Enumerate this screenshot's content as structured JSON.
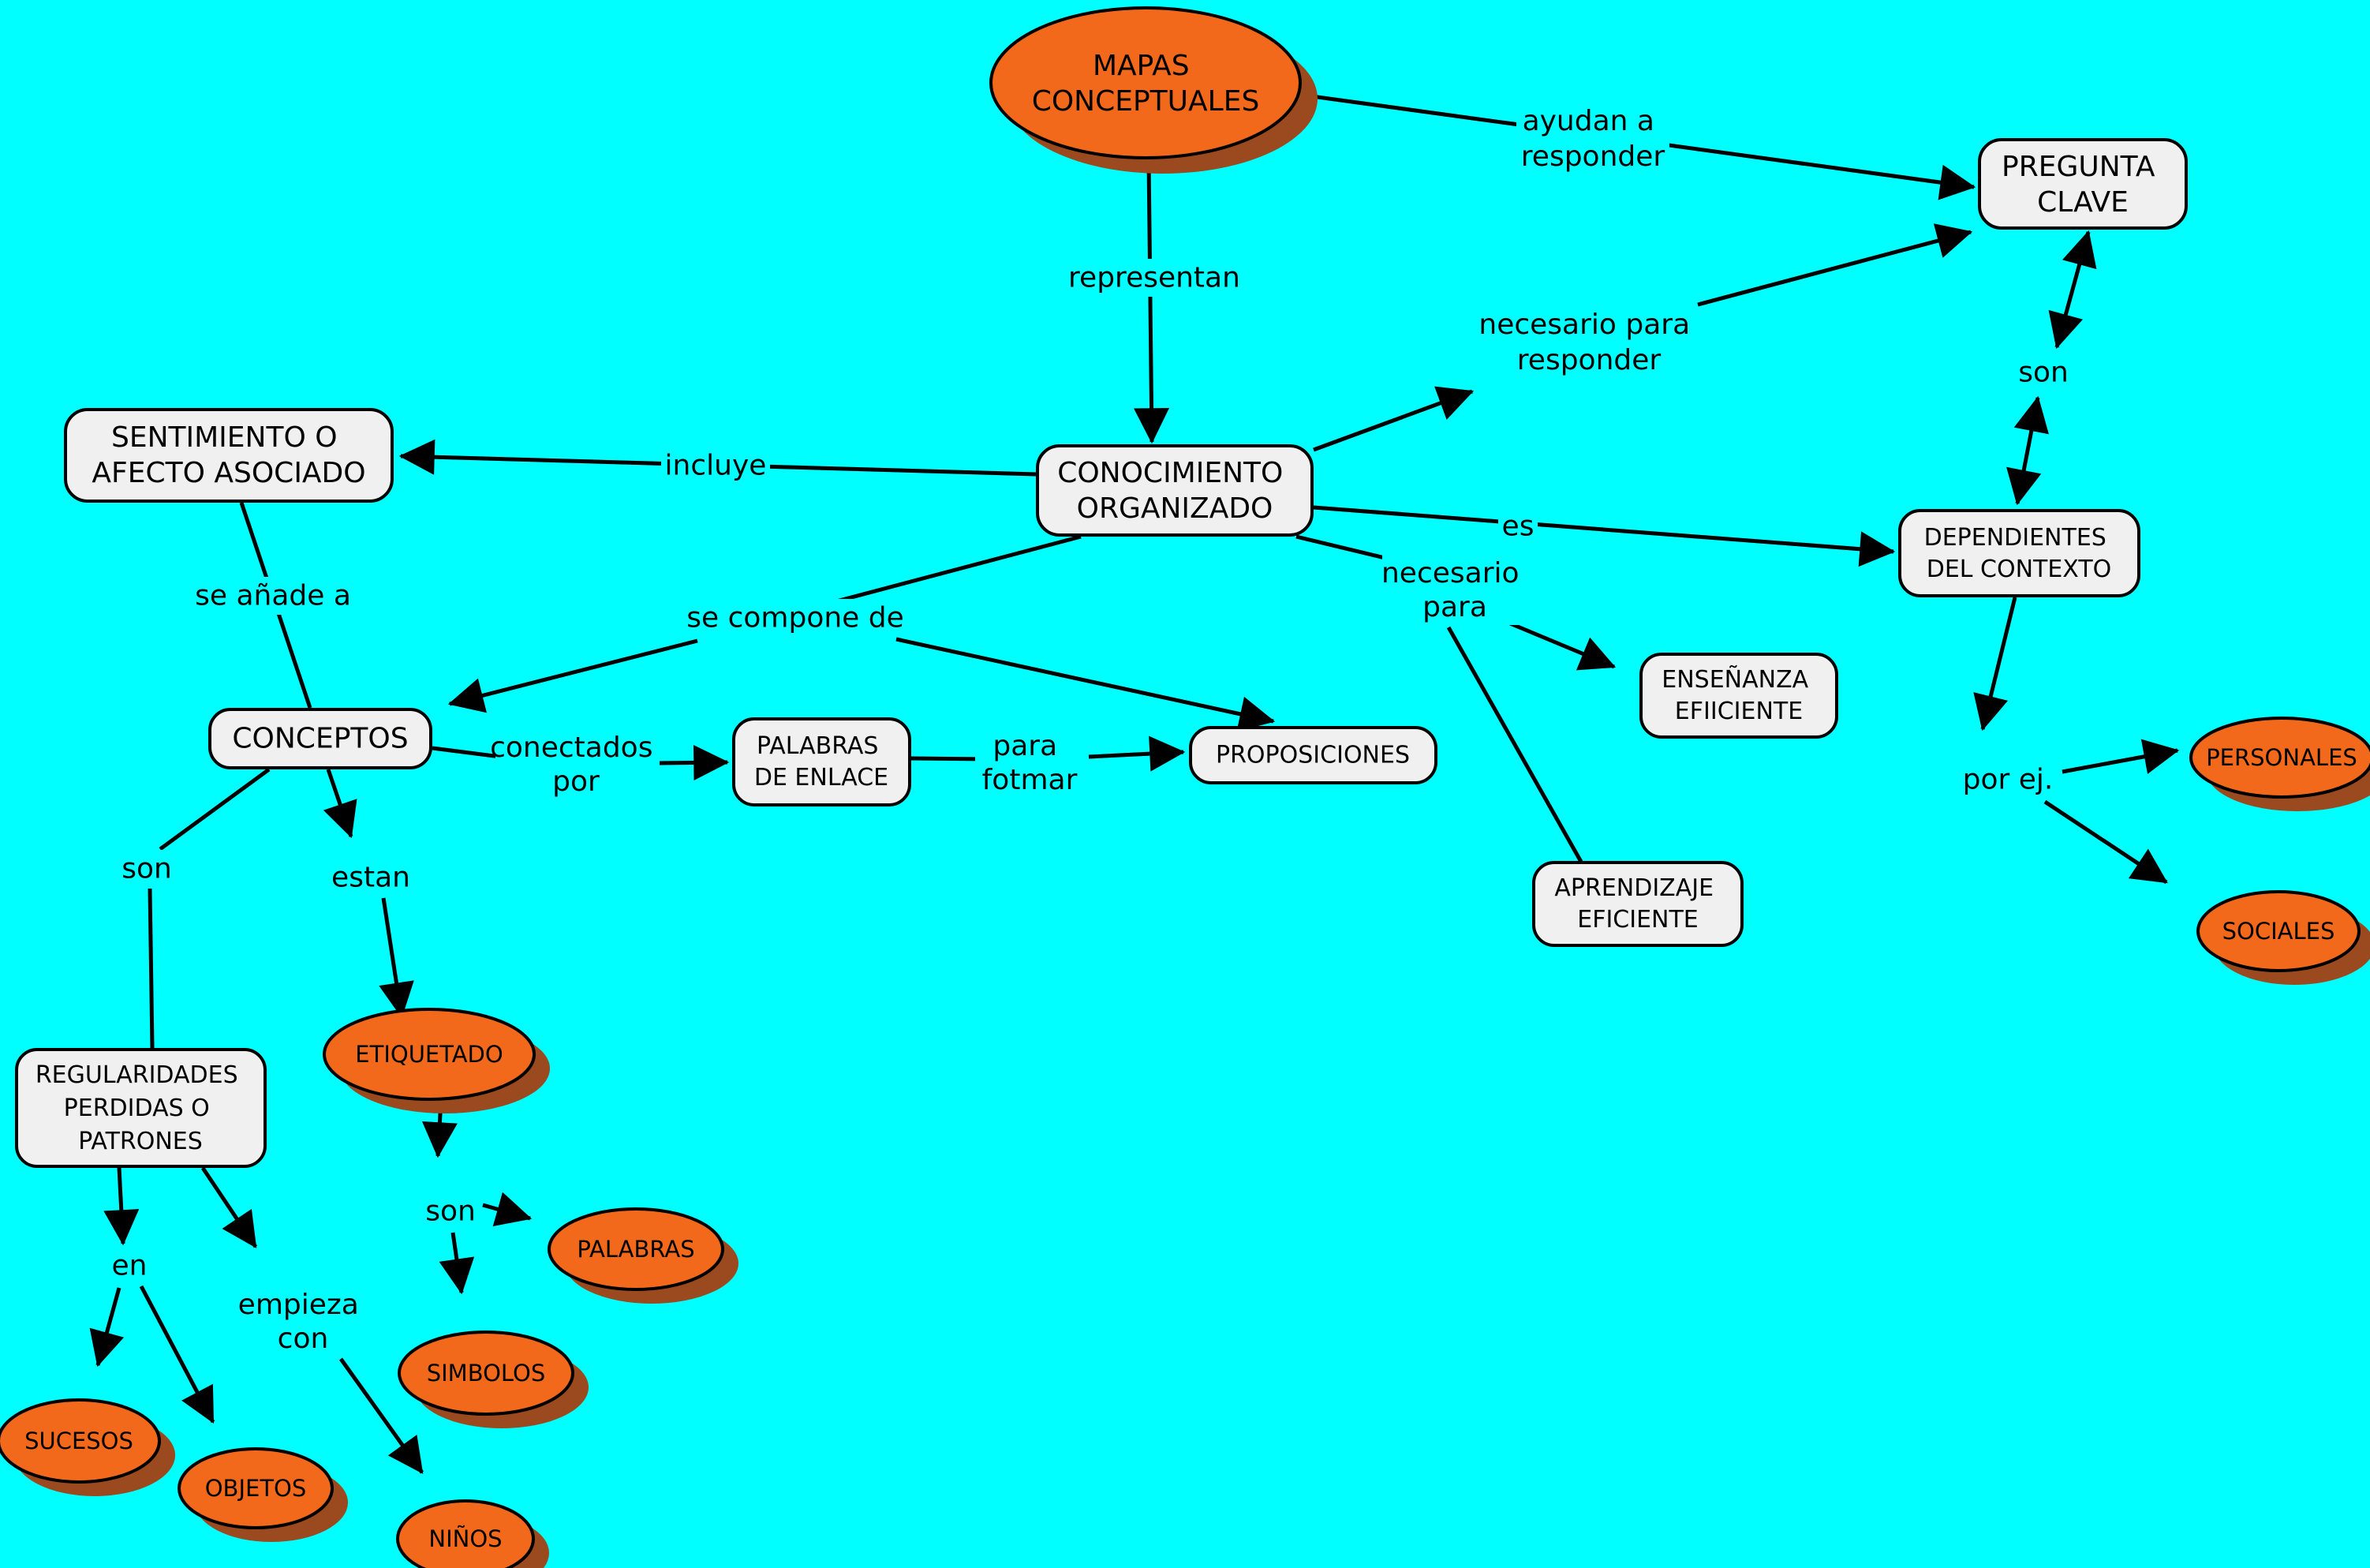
{
  "colors": {
    "bg": "#00ffff",
    "line": "#000000",
    "concept-fill": "#f0f0f0",
    "ellipse-fill": "#f2691b",
    "ellipse-shadow": "#9a4a1e"
  },
  "concepts": {
    "mapas": {
      "text1": "MAPAS",
      "text2": "CONCEPTUALES"
    },
    "pregunta": {
      "text1": "PREGUNTA",
      "text2": "CLAVE"
    },
    "conocimiento": {
      "text1": "CONOCIMIENTO",
      "text2": "ORGANIZADO"
    },
    "sentimiento": {
      "text1": "SENTIMIENTO O",
      "text2": "AFECTO ASOCIADO"
    },
    "dependientes": {
      "text1": "DEPENDIENTES",
      "text2": "DEL CONTEXTO"
    },
    "conceptos": {
      "text1": "CONCEPTOS"
    },
    "palabras_enlace": {
      "text1": "PALABRAS",
      "text2": "DE ENLACE"
    },
    "proposiciones": {
      "text1": "PROPOSICIONES"
    },
    "ensenanza": {
      "text1": "ENSEÑANZA",
      "text2": "EFIICIENTE"
    },
    "aprendizaje": {
      "text1": "APRENDIZAJE",
      "text2": "EFICIENTE"
    },
    "regularidades": {
      "text1": "REGULARIDADES",
      "text2": "PERDIDAS O",
      "text3": "PATRONES"
    },
    "etiquetado": {
      "text1": "ETIQUETADO"
    },
    "palabras": {
      "text1": "PALABRAS"
    },
    "simbolos": {
      "text1": "SIMBOLOS"
    },
    "sucesos": {
      "text1": "SUCESOS"
    },
    "objetos": {
      "text1": "OBJETOS"
    },
    "ninos": {
      "text1": "NIÑOS"
    },
    "personales": {
      "text1": "PERSONALES"
    },
    "sociales": {
      "text1": "SOCIALES"
    }
  },
  "links": {
    "representan": {
      "text1": "representan"
    },
    "ayudan": {
      "text1": "ayudan a",
      "text2": "responder"
    },
    "necesario_responder": {
      "text1": "necesario para",
      "text2": "responder"
    },
    "son_top": {
      "text1": "son"
    },
    "incluye": {
      "text1": "incluye"
    },
    "es": {
      "text1": "es"
    },
    "se_anade": {
      "text1": "se añade a"
    },
    "se_compone": {
      "text1": "se compone de"
    },
    "necesario_para": {
      "text1": "necesario",
      "text2": "para"
    },
    "conectados": {
      "text1": "conectados",
      "text2": "por"
    },
    "para_fotmar": {
      "text1": "para",
      "text2": "fotmar"
    },
    "por_ej": {
      "text1": "por ej."
    },
    "son_conceptos": {
      "text1": "son"
    },
    "estan": {
      "text1": "estan"
    },
    "son_etiquetado": {
      "text1": "son"
    },
    "en": {
      "text1": "en"
    },
    "empieza": {
      "text1": "empieza",
      "text2": "con"
    }
  }
}
